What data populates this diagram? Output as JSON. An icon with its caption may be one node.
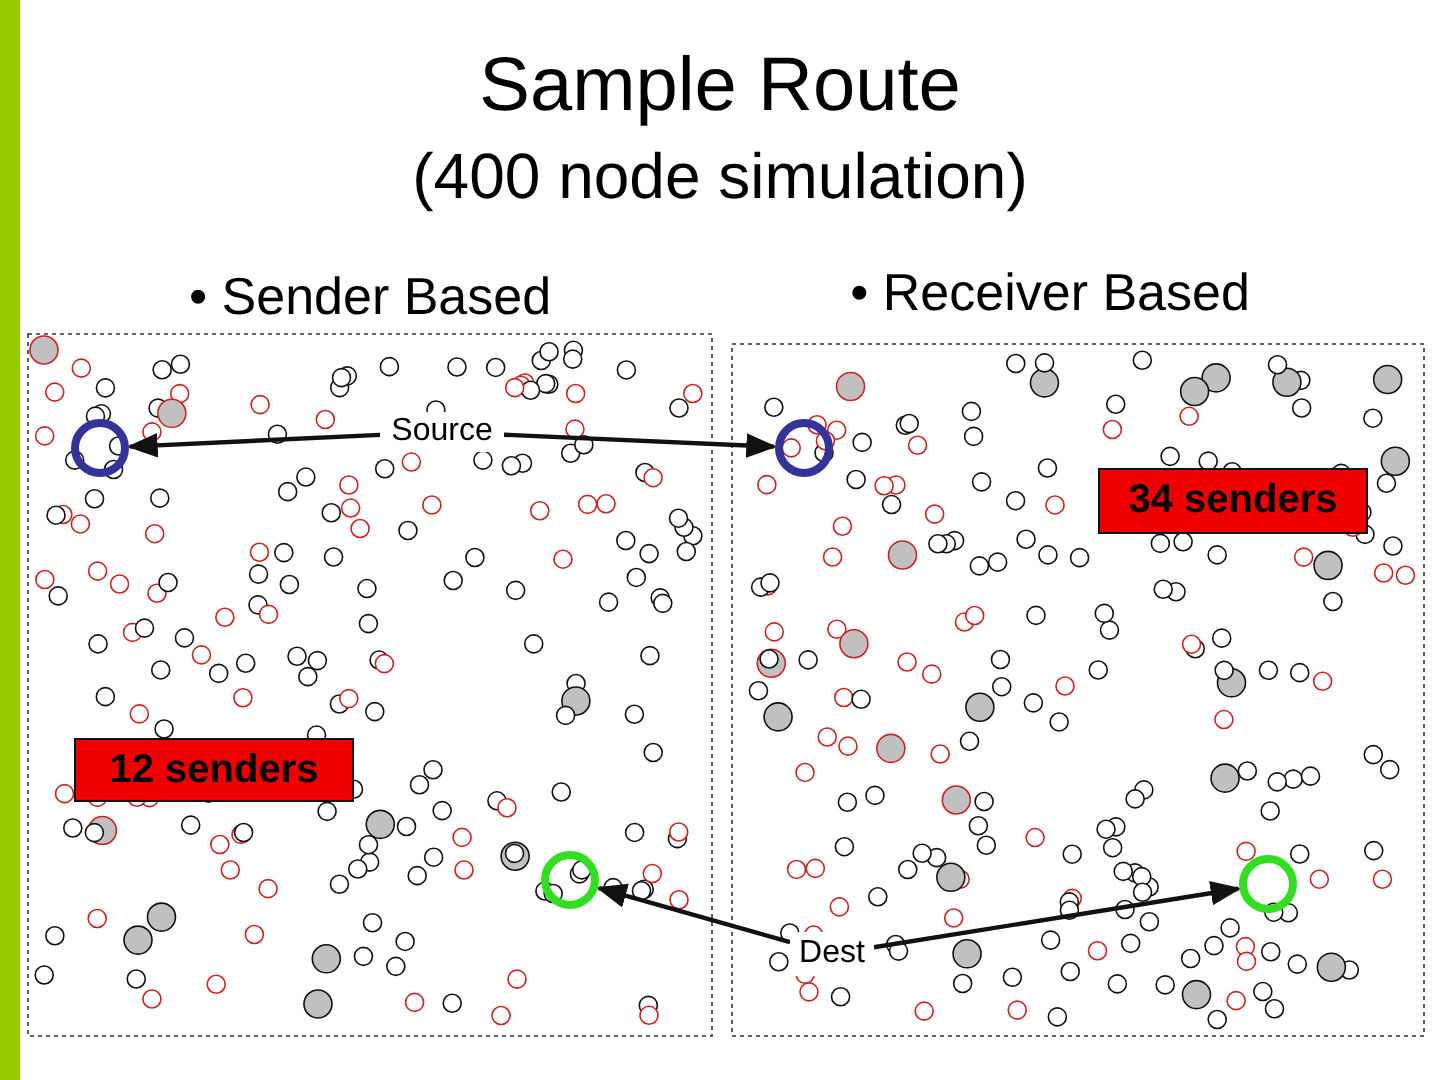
{
  "diagram": {
    "title": "Sample Route",
    "nodes": [
      {
        "text": [
          "Source"
        ]
      },
      {
        "text": [],
        "shape": "circle"
      },
      {
        "text": [],
        "shape": "circle"
      },
      {
        "text": [
          "Dest"
        ]
      },
      {
        "text": [],
        "shape": "circle"
      },
      {
        "text": [],
        "shape": "circle"
      },
      {
        "text": [
          "12 senders"
        ]
      },
      {
        "text": [
          "34 senders"
        ]
      }
    ],
    "edges": [
      {
        "from": 0,
        "to": 1,
        "arrow": "to"
      },
      {
        "from": 0,
        "to": 2,
        "arrow": "to"
      },
      {
        "from": 3,
        "to": 4,
        "arrow": "to"
      },
      {
        "from": 3,
        "to": 5,
        "arrow": "to"
      }
    ],
    "labels": [
      "(400 node simulation)",
      "• Sender Based",
      "• Receiver Based"
    ]
  }
}
